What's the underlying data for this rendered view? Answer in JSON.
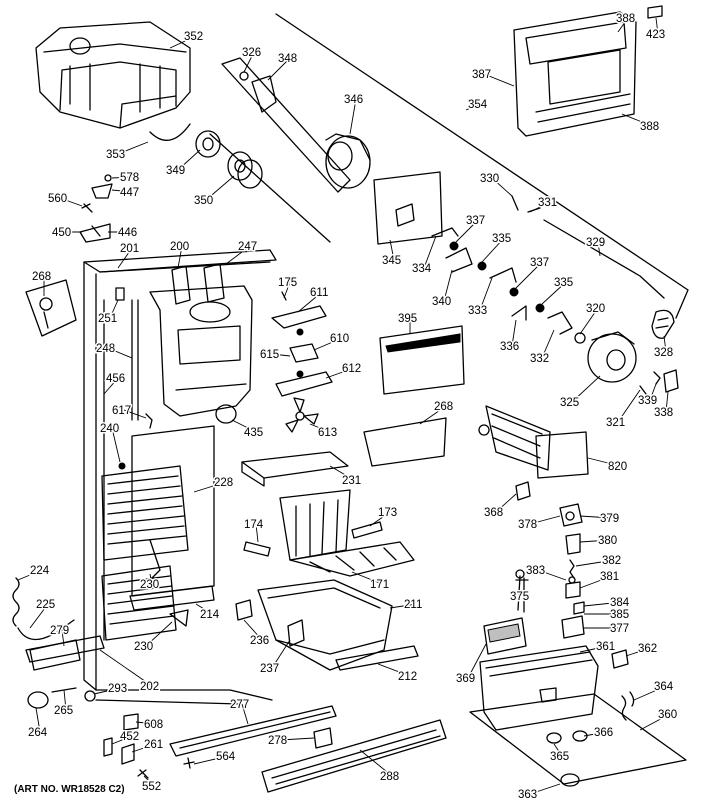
{
  "art_number": "(ART NO. WR18528 C2)",
  "callouts": [
    {
      "id": "c352",
      "text": "352"
    },
    {
      "id": "c326",
      "text": "326"
    },
    {
      "id": "c348",
      "text": "348"
    },
    {
      "id": "c346",
      "text": "346"
    },
    {
      "id": "c353",
      "text": "353"
    },
    {
      "id": "c349",
      "text": "349"
    },
    {
      "id": "c350",
      "text": "350"
    },
    {
      "id": "c578",
      "text": "578"
    },
    {
      "id": "c447",
      "text": "447"
    },
    {
      "id": "c560",
      "text": "560"
    },
    {
      "id": "c450",
      "text": "450"
    },
    {
      "id": "c446",
      "text": "446"
    },
    {
      "id": "c201",
      "text": "201"
    },
    {
      "id": "c200",
      "text": "200"
    },
    {
      "id": "c247",
      "text": "247"
    },
    {
      "id": "c268a",
      "text": "268"
    },
    {
      "id": "c251",
      "text": "251"
    },
    {
      "id": "c175",
      "text": "175"
    },
    {
      "id": "c611",
      "text": "611"
    },
    {
      "id": "c248",
      "text": "248"
    },
    {
      "id": "c610",
      "text": "610"
    },
    {
      "id": "c615",
      "text": "615"
    },
    {
      "id": "c612",
      "text": "612"
    },
    {
      "id": "c456",
      "text": "456"
    },
    {
      "id": "c617",
      "text": "617"
    },
    {
      "id": "c435",
      "text": "435"
    },
    {
      "id": "c613",
      "text": "613"
    },
    {
      "id": "c240",
      "text": "240"
    },
    {
      "id": "c228",
      "text": "228"
    },
    {
      "id": "c231",
      "text": "231"
    },
    {
      "id": "c174",
      "text": "174"
    },
    {
      "id": "c173",
      "text": "173"
    },
    {
      "id": "c230a",
      "text": "230"
    },
    {
      "id": "c224",
      "text": "224"
    },
    {
      "id": "c171",
      "text": "171"
    },
    {
      "id": "c225",
      "text": "225"
    },
    {
      "id": "c214",
      "text": "214"
    },
    {
      "id": "c279",
      "text": "279"
    },
    {
      "id": "c211",
      "text": "211"
    },
    {
      "id": "c236",
      "text": "236"
    },
    {
      "id": "c230b",
      "text": "230"
    },
    {
      "id": "c237",
      "text": "237"
    },
    {
      "id": "c212",
      "text": "212"
    },
    {
      "id": "c202",
      "text": "202"
    },
    {
      "id": "c293",
      "text": "293"
    },
    {
      "id": "c265",
      "text": "265"
    },
    {
      "id": "c277",
      "text": "277"
    },
    {
      "id": "c264",
      "text": "264"
    },
    {
      "id": "c608",
      "text": "608"
    },
    {
      "id": "c452",
      "text": "452"
    },
    {
      "id": "c261",
      "text": "261"
    },
    {
      "id": "c278",
      "text": "278"
    },
    {
      "id": "c564",
      "text": "564"
    },
    {
      "id": "c552",
      "text": "552"
    },
    {
      "id": "c288",
      "text": "288"
    },
    {
      "id": "c423",
      "text": "423"
    },
    {
      "id": "c388a",
      "text": "388"
    },
    {
      "id": "c387",
      "text": "387"
    },
    {
      "id": "c354",
      "text": "354"
    },
    {
      "id": "c388b",
      "text": "388"
    },
    {
      "id": "c330",
      "text": "330"
    },
    {
      "id": "c331",
      "text": "331"
    },
    {
      "id": "c337a",
      "text": "337"
    },
    {
      "id": "c335a",
      "text": "335"
    },
    {
      "id": "c329",
      "text": "329"
    },
    {
      "id": "c345",
      "text": "345"
    },
    {
      "id": "c334",
      "text": "334"
    },
    {
      "id": "c337b",
      "text": "337"
    },
    {
      "id": "c335b",
      "text": "335"
    },
    {
      "id": "c340",
      "text": "340"
    },
    {
      "id": "c333",
      "text": "333"
    },
    {
      "id": "c320",
      "text": "320"
    },
    {
      "id": "c395",
      "text": "395"
    },
    {
      "id": "c336",
      "text": "336"
    },
    {
      "id": "c332",
      "text": "332"
    },
    {
      "id": "c328",
      "text": "328"
    },
    {
      "id": "c325",
      "text": "325"
    },
    {
      "id": "c339",
      "text": "339"
    },
    {
      "id": "c338",
      "text": "338"
    },
    {
      "id": "c321",
      "text": "321"
    },
    {
      "id": "c268b",
      "text": "268"
    },
    {
      "id": "c820",
      "text": "820"
    },
    {
      "id": "c368",
      "text": "368"
    },
    {
      "id": "c378",
      "text": "378"
    },
    {
      "id": "c379",
      "text": "379"
    },
    {
      "id": "c380",
      "text": "380"
    },
    {
      "id": "c382",
      "text": "382"
    },
    {
      "id": "c383",
      "text": "383"
    },
    {
      "id": "c381",
      "text": "381"
    },
    {
      "id": "c375",
      "text": "375"
    },
    {
      "id": "c384",
      "text": "384"
    },
    {
      "id": "c385",
      "text": "385"
    },
    {
      "id": "c377",
      "text": "377"
    },
    {
      "id": "c361",
      "text": "361"
    },
    {
      "id": "c362",
      "text": "362"
    },
    {
      "id": "c369",
      "text": "369"
    },
    {
      "id": "c364",
      "text": "364"
    },
    {
      "id": "c360",
      "text": "360"
    },
    {
      "id": "c365",
      "text": "365"
    },
    {
      "id": "c366",
      "text": "366"
    },
    {
      "id": "c363",
      "text": "363"
    }
  ]
}
